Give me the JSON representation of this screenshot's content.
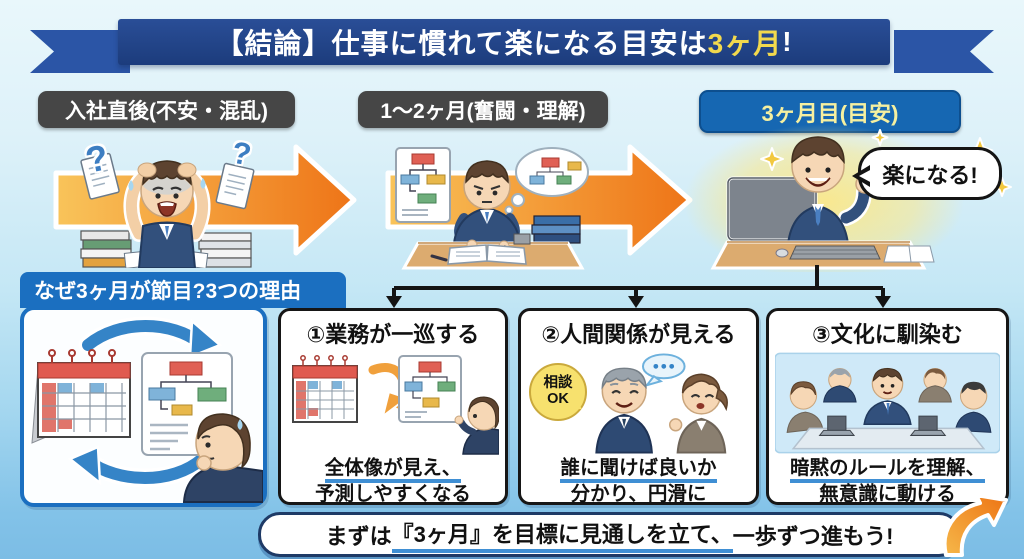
{
  "banner": {
    "prefix": "【結論】仕事に慣れて楽になる目安は",
    "highlight": "3ヶ月",
    "suffix": "!"
  },
  "stages": [
    {
      "label": "入社直後(不安・混乱)"
    },
    {
      "label": "1〜2ヶ月(奮闘・理解)"
    },
    {
      "label": "3ヶ月目(目安)"
    }
  ],
  "speech_bubble": "楽になる!",
  "reasons_header": "なぜ3ヶ月が節目?3つの理由",
  "reasons": [
    {
      "title": "①業務が一巡する",
      "caption_line1": "全体像が見え、",
      "caption_line2": "予測しやすくなる"
    },
    {
      "title": "②人間関係が見える",
      "caption_line1": "誰に聞けば良いか",
      "caption_line2": "分かり、円滑に",
      "bubble_line1": "相談",
      "bubble_line2": "OK"
    },
    {
      "title": "③文化に馴染む",
      "caption_line1": "暗黙のルールを理解、",
      "caption_line2": "無意識に動ける"
    }
  ],
  "footer": {
    "pre": "まずは",
    "underlined": "『3ヶ月』を目標に見通しを立て、",
    "post": "一歩ずつ進もう!"
  },
  "icons": {
    "question_mark": "?"
  },
  "colors": {
    "ribbon_navy": "#1c3c7c",
    "ribbon_tail_blue": "#2b55a6",
    "highlight_yellow": "#f2d94d",
    "stage_pill_gray": "#464646",
    "stage_pill_blue": "#1667b2",
    "stage_pill_blue_text": "#f6f0a0",
    "arrow_orange_light": "#f9c45a",
    "arrow_orange_dark": "#ee7417",
    "reason_header_blue": "#1b6fc0",
    "underline_blue": "#3f8fd4",
    "consult_bubble_yellow": "#f7e16e",
    "background_top": "#e9f7fb",
    "background_bottom": "#7cbde5"
  }
}
